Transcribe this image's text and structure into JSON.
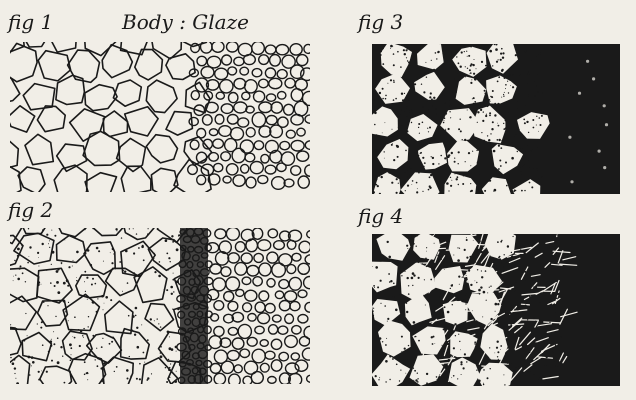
{
  "labels": {
    "fig1": "fig 1",
    "body_glaze": "Body : Glaze",
    "fig2": "fig 2",
    "fig3": "fig 3",
    "fig4": "fig 4"
  },
  "colors": {
    "paper": "#f1eee7",
    "ink": "#1a1a1a"
  }
}
